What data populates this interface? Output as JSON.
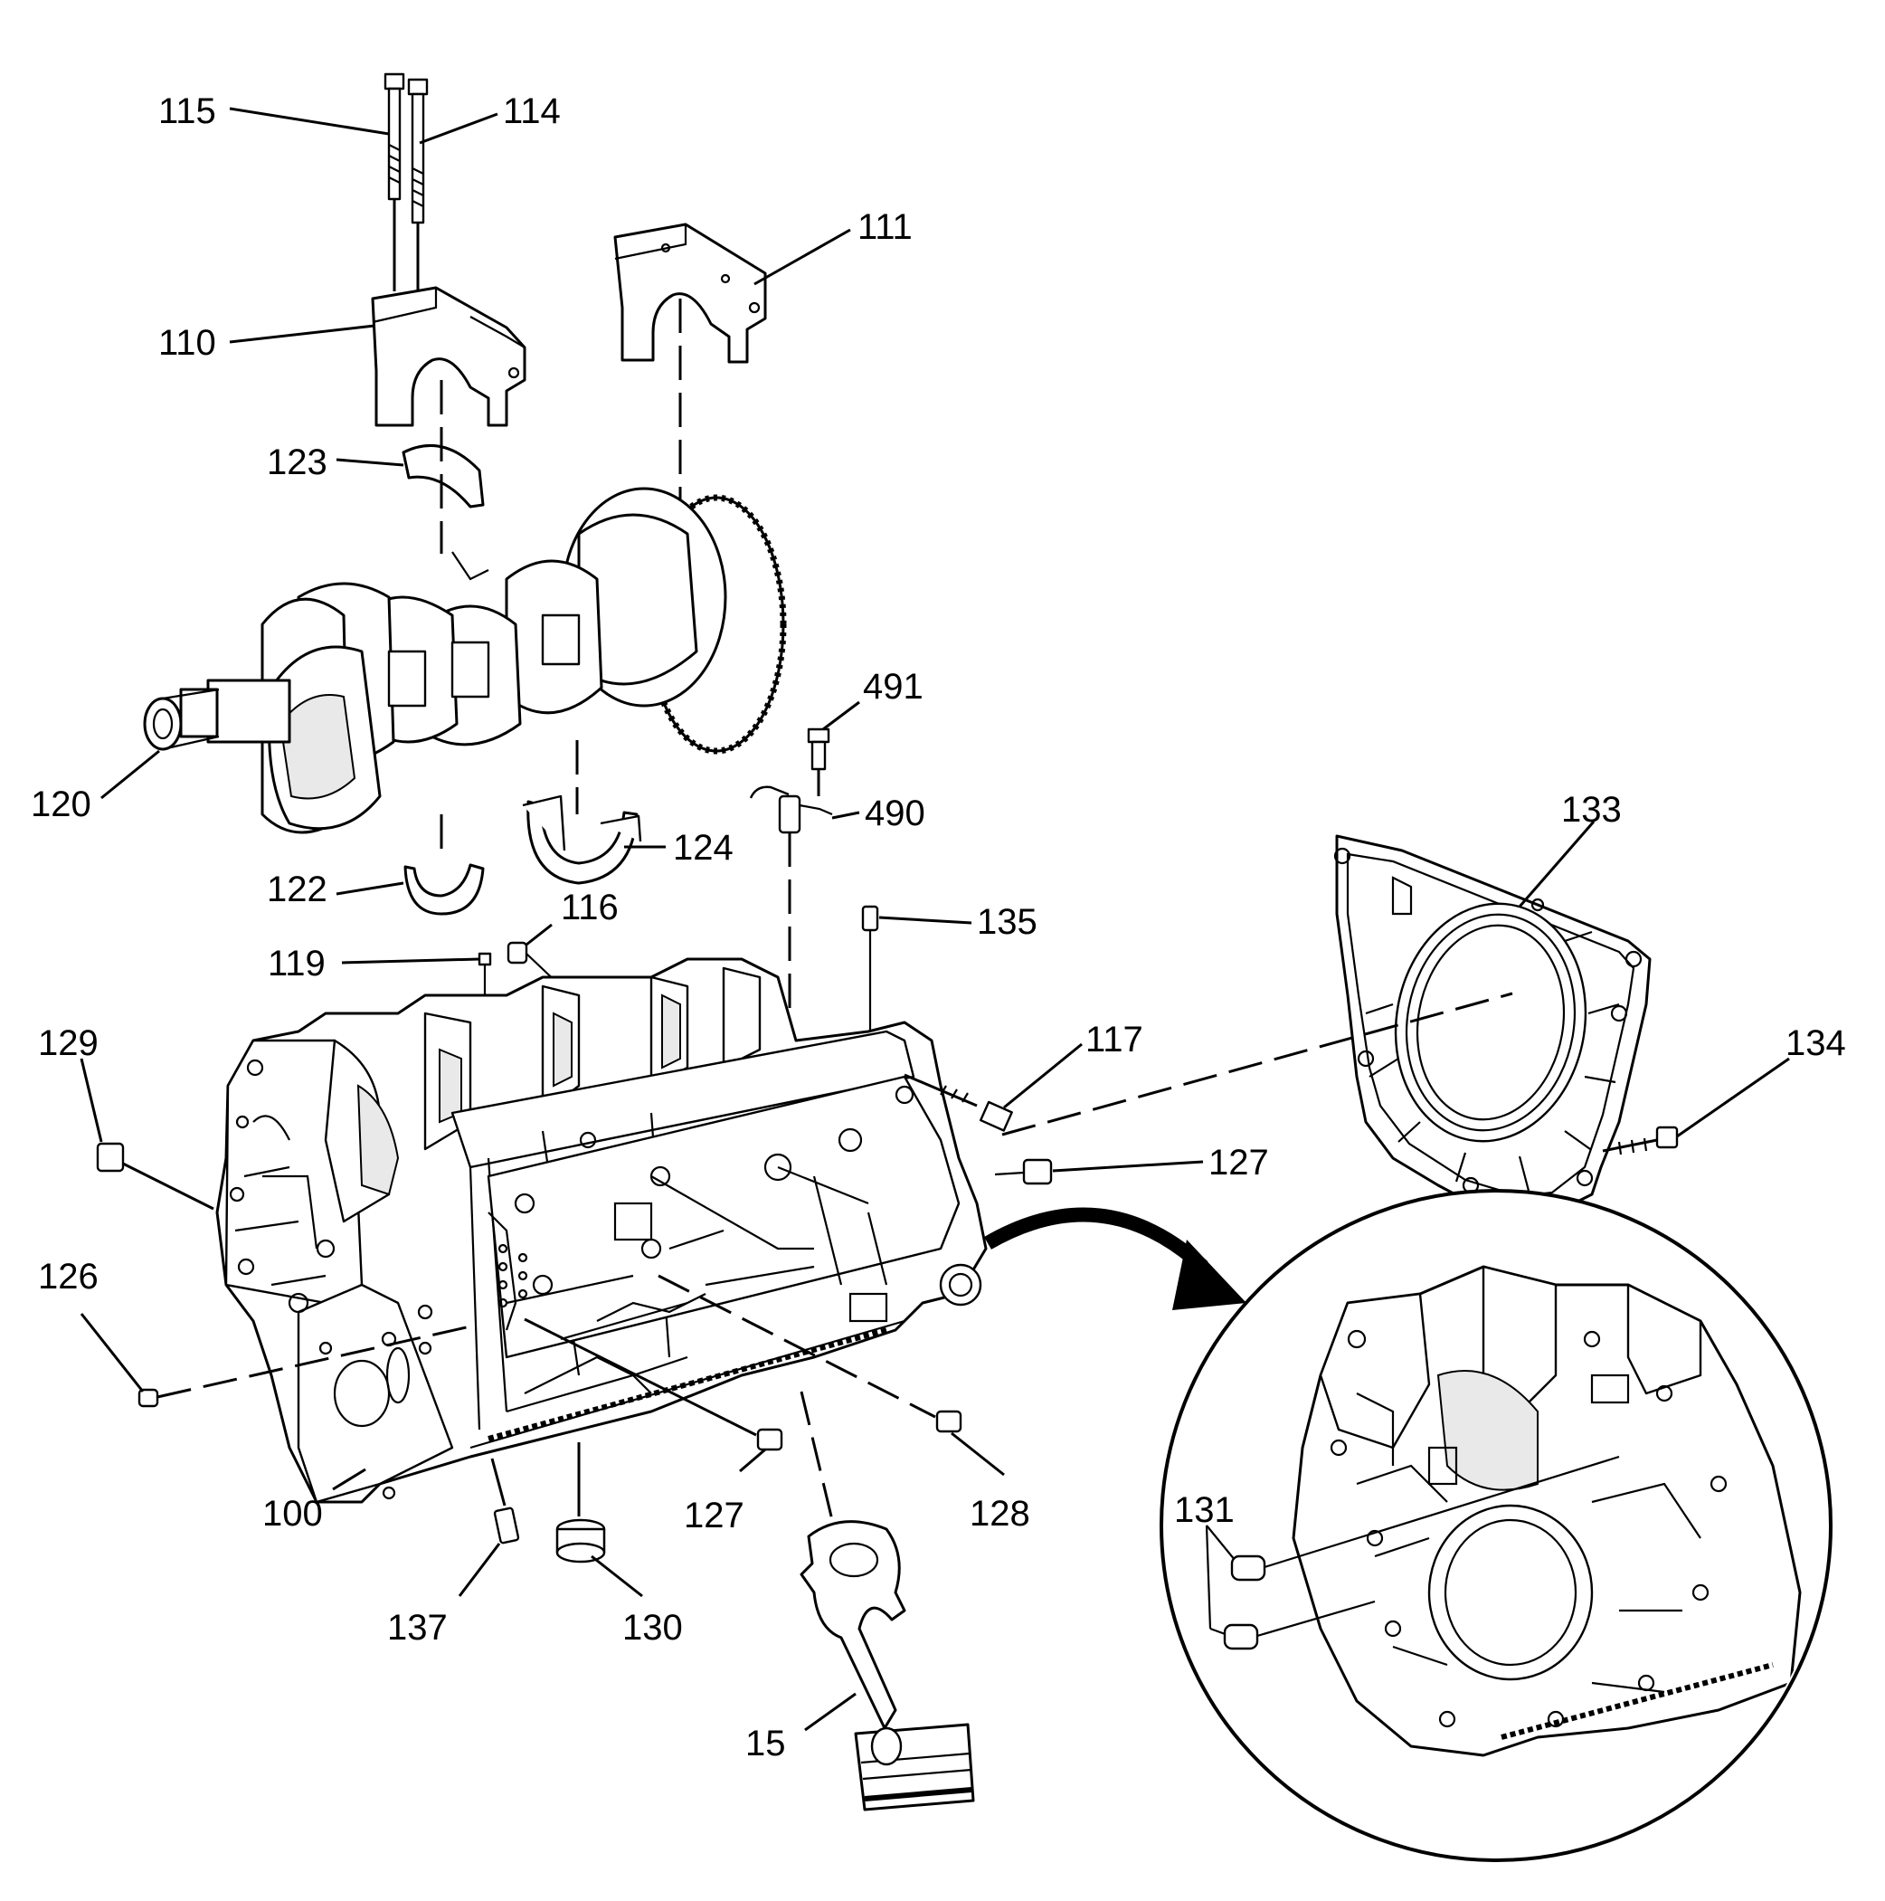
{
  "callouts": [
    {
      "id": "115",
      "text": "115"
    },
    {
      "id": "114",
      "text": "114"
    },
    {
      "id": "111",
      "text": "111"
    },
    {
      "id": "110",
      "text": "110"
    },
    {
      "id": "123",
      "text": "123"
    },
    {
      "id": "491",
      "text": "491"
    },
    {
      "id": "120",
      "text": "120"
    },
    {
      "id": "490",
      "text": "490"
    },
    {
      "id": "133",
      "text": "133"
    },
    {
      "id": "124",
      "text": "124"
    },
    {
      "id": "122",
      "text": "122"
    },
    {
      "id": "116",
      "text": "116"
    },
    {
      "id": "135",
      "text": "135"
    },
    {
      "id": "119",
      "text": "119"
    },
    {
      "id": "129",
      "text": "129"
    },
    {
      "id": "117",
      "text": "117"
    },
    {
      "id": "134",
      "text": "134"
    },
    {
      "id": "127a",
      "text": "127"
    },
    {
      "id": "126",
      "text": "126"
    },
    {
      "id": "100",
      "text": "100"
    },
    {
      "id": "127b",
      "text": "127"
    },
    {
      "id": "128",
      "text": "128"
    },
    {
      "id": "131",
      "text": "131"
    },
    {
      "id": "137",
      "text": "137"
    },
    {
      "id": "130",
      "text": "130"
    },
    {
      "id": "15",
      "text": "15"
    }
  ],
  "icons": {
    "engine_block": "engine-block-icon",
    "crankshaft": "crankshaft-icon",
    "bearing_cap": "main-bearing-cap-icon",
    "rear_seal_housing": "rear-seal-housing-icon",
    "connecting_rod": "connecting-rod-piston-icon",
    "detail_view": "magnified-detail-icon"
  }
}
